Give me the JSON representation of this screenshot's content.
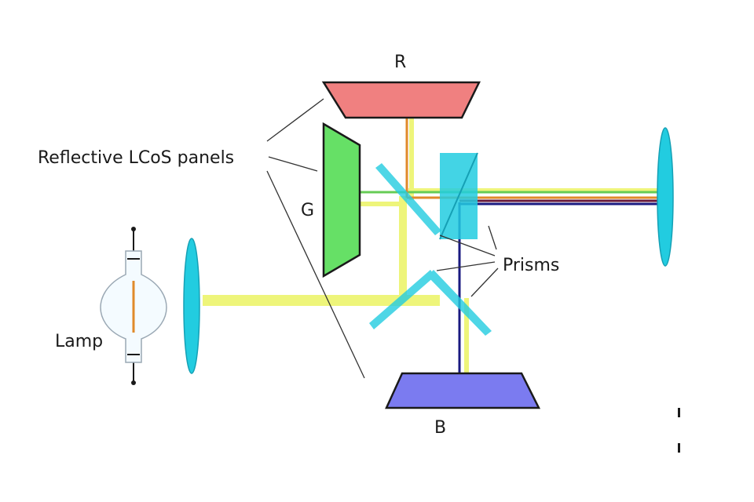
{
  "labels": {
    "red_panel": "R",
    "green_panel": "G",
    "blue_panel": "B",
    "lcos_panels": "Reflective LCoS panels",
    "prisms": "Prisms",
    "lamp": "Lamp"
  },
  "colors": {
    "red_panel": "#f08080",
    "green_panel": "#66e066",
    "blue_panel": "#7b7bf0",
    "lens": "#22cce0",
    "prism": "#22cce0",
    "yellow_beam": "#eef57a",
    "green_beam": "#66cc55",
    "orange_beam": "#e08a2a",
    "blue_beam": "#1a1a80",
    "dark_red_beam": "#6a1a3a",
    "outline": "#1a1a1a"
  }
}
